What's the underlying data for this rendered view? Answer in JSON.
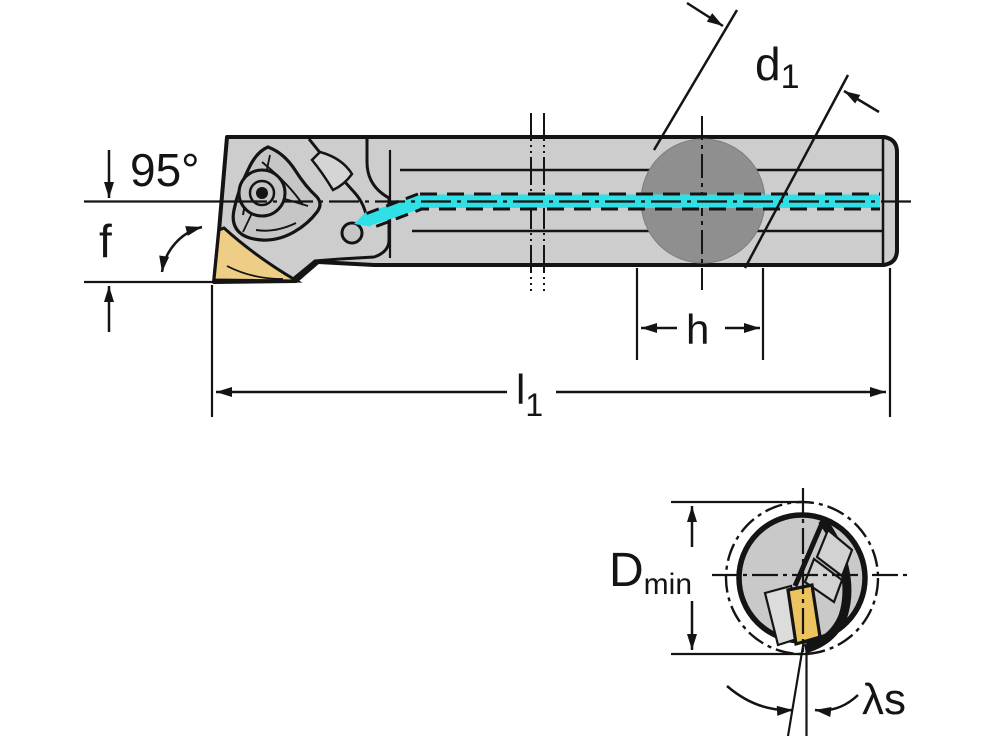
{
  "drawing": {
    "type": "technical-dimension-drawing",
    "subject": "indexable boring bar with cutting insert, side view and end view"
  },
  "labels": {
    "approach_angle": "95°",
    "f": "f",
    "d": "d",
    "d_sub": "1",
    "h": "h",
    "l": "l",
    "l_sub": "1",
    "D": "D",
    "D_sub": "min",
    "lambda_s": "λs"
  },
  "colors": {
    "line": "#141414",
    "body_gray": "#cdcdcd",
    "detail_gray": "#c6c6c6",
    "bore_circle_gray": "#8f8f8f",
    "insert_yellow": "#eecd86",
    "insert_yellow_end": "#edc35f",
    "coolant_cyan": "#2fe0e6"
  }
}
